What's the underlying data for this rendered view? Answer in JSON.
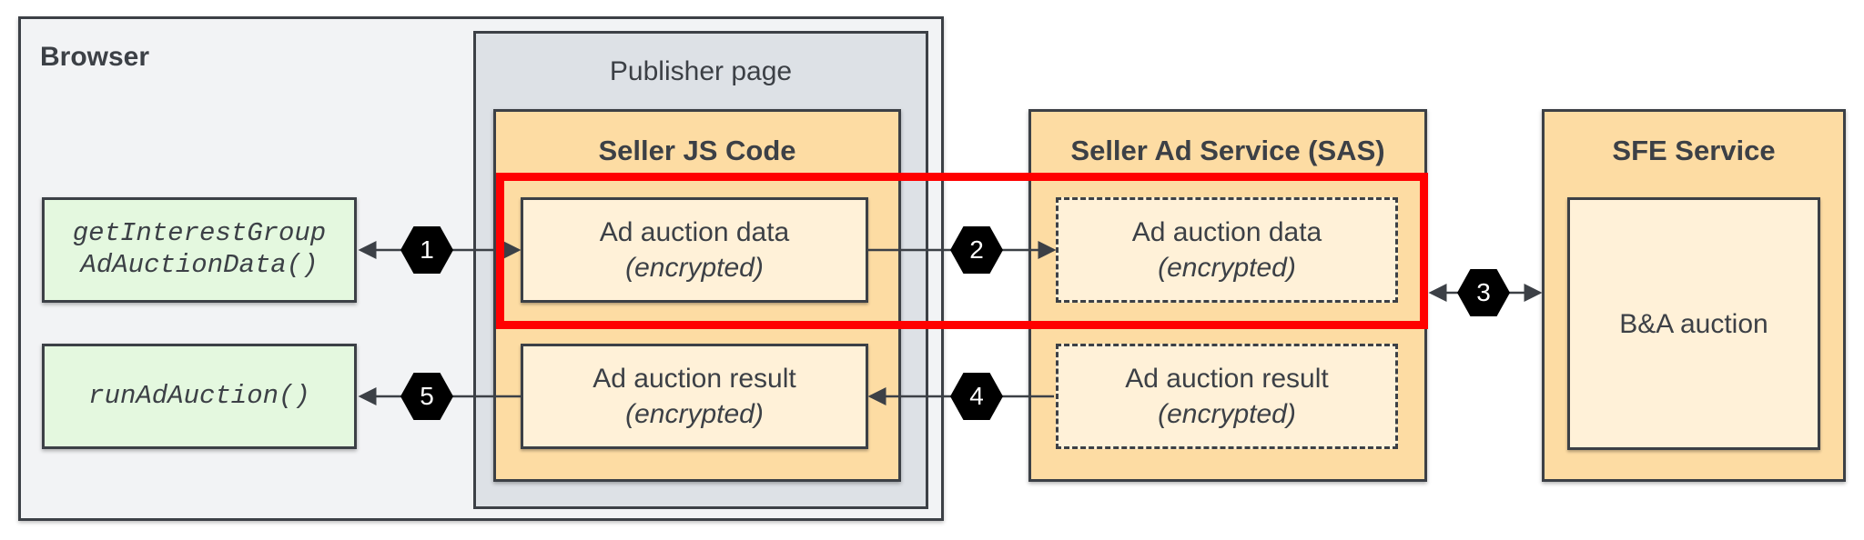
{
  "browser": {
    "title": "Browser"
  },
  "publisher_page": {
    "title": "Publisher page"
  },
  "seller_js": {
    "title": "Seller JS Code",
    "data_box": {
      "line1": "Ad auction data",
      "line2": "(encrypted)"
    },
    "result_box": {
      "line1": "Ad auction result",
      "line2": "(encrypted)"
    }
  },
  "sas": {
    "title": "Seller Ad Service (SAS)",
    "data_box": {
      "line1": "Ad auction data",
      "line2": "(encrypted)"
    },
    "result_box": {
      "line1": "Ad auction result",
      "line2": "(encrypted)"
    }
  },
  "sfe": {
    "title": "SFE Service",
    "box": {
      "label": "B&A auction"
    }
  },
  "api_calls": {
    "get_data": {
      "line1": "getInterestGroup",
      "line2": "AdAuctionData()"
    },
    "run_auction": {
      "line1": "runAdAuction()"
    }
  },
  "steps": [
    "1",
    "2",
    "3",
    "4",
    "5"
  ],
  "colors": {
    "outline": "#3c4046",
    "browser_bg": "#f2f3f5",
    "publisher_bg": "#dde1e6",
    "service_bg": "#fddca3",
    "inner_bg": "#fff1d8",
    "api_bg": "#e4f8df",
    "highlight": "#ff0000",
    "step_badge": "#000000"
  }
}
